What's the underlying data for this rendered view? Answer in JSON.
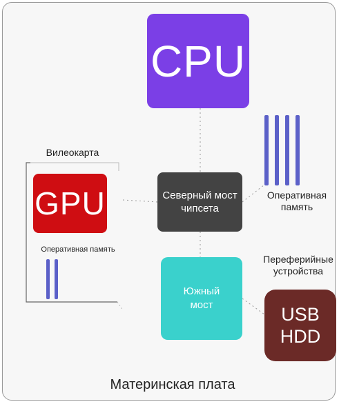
{
  "diagram": {
    "cpu_label": "CPU",
    "gpu_label": "GPU",
    "gpu_title": "Вилеокарта",
    "gpu_memory_label": "Оперативная память",
    "north_bridge_label": "Северный мост чипсета",
    "ram_label": "Оперативная память",
    "south_bridge_label": "Южный мост",
    "peripherals_label": "Переферийные устройства",
    "peripherals_lines": [
      "USB",
      "HDD"
    ],
    "board_label": "Материнская плата",
    "colors": {
      "cpu": "#7b3fe6",
      "gpu": "#cf0d12",
      "north_bridge": "#434343",
      "south_bridge": "#3ad1cc",
      "peripherals": "#6b2a27",
      "memory_bars": "#5b60c8"
    }
  }
}
